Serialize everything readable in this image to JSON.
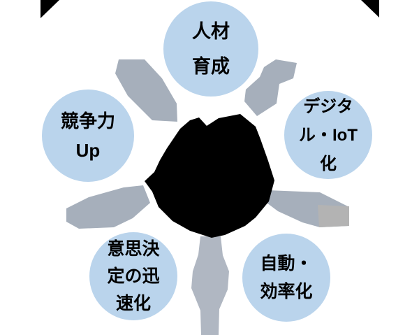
{
  "diagram": {
    "type": "radial-cycle",
    "description": "Five light-blue circles around a blacked-out center shape, gray arrows radiating outward between circles",
    "colors": {
      "background": "#FFFFFF",
      "node_fill": "#BAD4EC",
      "text": "#000000",
      "arrow_gray": "#A6AFBB",
      "arrow_gray_light": "#B3B3B3",
      "arrow_gray_soft": "#B0B7C2",
      "black": "#000000"
    },
    "nodes": [
      {
        "label": "人材育成",
        "lines": [
          "人材",
          "育成"
        ]
      },
      {
        "label": "デジタル・IoT化",
        "lines": [
          "デジタ",
          "ル・IoT",
          "化"
        ]
      },
      {
        "label": "自動・効率化",
        "lines": [
          "自動・",
          "効率化"
        ]
      },
      {
        "label": "意思決定の迅速化",
        "lines": [
          "意思決",
          "定の迅",
          "速化"
        ]
      },
      {
        "label": "競争力Up",
        "lines": [
          "競争力",
          "Up"
        ]
      }
    ]
  }
}
